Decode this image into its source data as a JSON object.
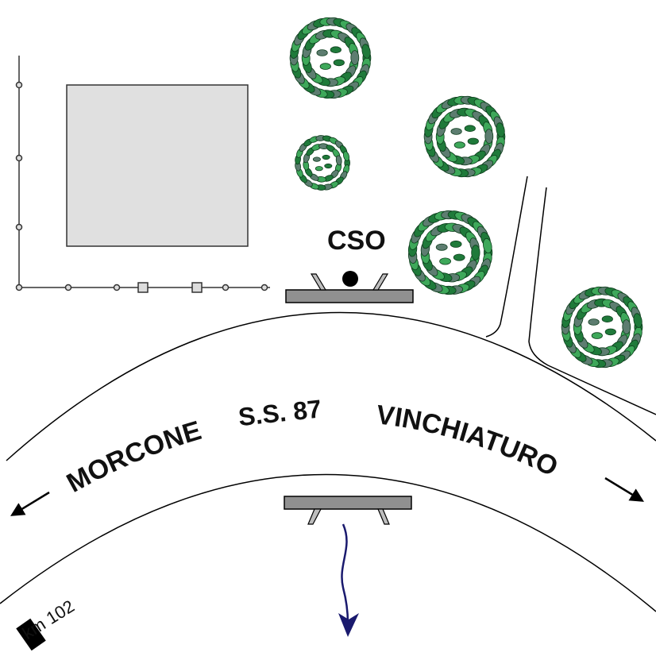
{
  "labels": {
    "station": "CSO",
    "road_name": "S.S. 87",
    "direction_west": "MORCONE",
    "direction_east": "VINCHIATURO",
    "km_marker": "km 102"
  },
  "colors": {
    "building_fill": "#e0e0e0",
    "bench_fill": "#909090",
    "foliage_dark": "#1f7a3a",
    "foliage_light": "#3ea85a",
    "foliage_grey": "#5d7d70",
    "flow_arrow": "#1a1a6e",
    "line": "#000000"
  },
  "icons": {
    "trees": "tree-canopy-icon",
    "station_marker": "station-dot-icon",
    "flow": "drainage-flow-arrow-icon"
  }
}
